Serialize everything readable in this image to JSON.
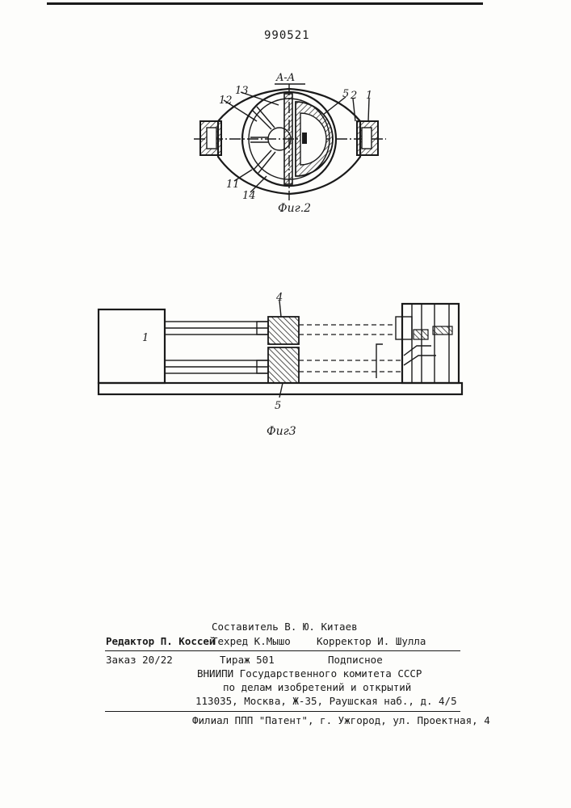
{
  "header": {
    "patent_number": "990521"
  },
  "fig2": {
    "section_label": "A-A",
    "labels": {
      "l1": "1",
      "l2": "2",
      "l5": "5",
      "l11": "11",
      "l12": "12",
      "l13": "13",
      "l14": "14"
    },
    "caption": "Фиг.2"
  },
  "fig3": {
    "labels": {
      "l1": "1",
      "l4": "4",
      "l5": "5"
    },
    "caption": "Фиг3"
  },
  "colophon": {
    "compiler": "Составитель В. Ю. Китаев",
    "editor": "Редактор П. Коссей",
    "techred": "Техред К.Мышо",
    "corrector": "Корректор И. Шулла",
    "order": "Заказ 20/22",
    "circulation": "Тираж 501",
    "subscription": "Подписное",
    "org1": "ВНИИПИ Государственного комитета СССР",
    "org2": "по делам изобретений и открытий",
    "address": "113035, Москва, Ж-35, Раушская наб., д. 4/5",
    "branch": "Филиал ППП \"Патент\", г. Ужгород, ул. Проектная, 4"
  }
}
